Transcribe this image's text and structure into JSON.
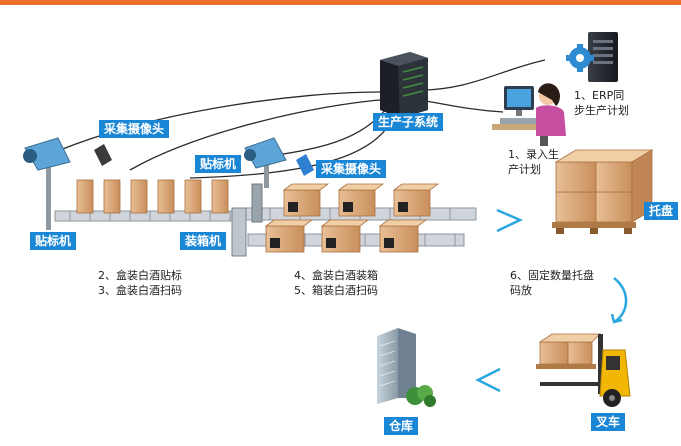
{
  "colors": {
    "top_bar": "#ee6f2d",
    "tag_blue": "#1a86d6",
    "box_brown": "#d8a77c",
    "arrow_blue": "#2aa7e0"
  },
  "labels": {
    "capture_camera_left": "采集摄像头",
    "capture_camera_right": "采集摄像头",
    "labeler_top": "贴标机",
    "labeler_left": "贴标机",
    "boxing_machine": "装箱机",
    "production_system": "生产子系统",
    "pallet": "托盘",
    "forklift": "叉车",
    "warehouse": "仓库"
  },
  "steps": {
    "erp_sync": "1、ERP同\n步生产计划",
    "enter_plan": "1、录入生\n产计划",
    "box_label_scan": "2、盒装白酒贴标\n3、盒装白酒扫码",
    "case_pack_scan": "4、盒装白酒装箱\n5、箱装白酒扫码",
    "palletize": "6、固定数量托盘\n码放"
  },
  "icons": [
    "server-icon",
    "gear-icon",
    "operator-icon",
    "camera-icon",
    "scanner-icon",
    "conveyor-icon",
    "box-icon",
    "barcode-icon",
    "pallet-icon",
    "forklift-icon",
    "warehouse-icon",
    "arrow-icon"
  ]
}
